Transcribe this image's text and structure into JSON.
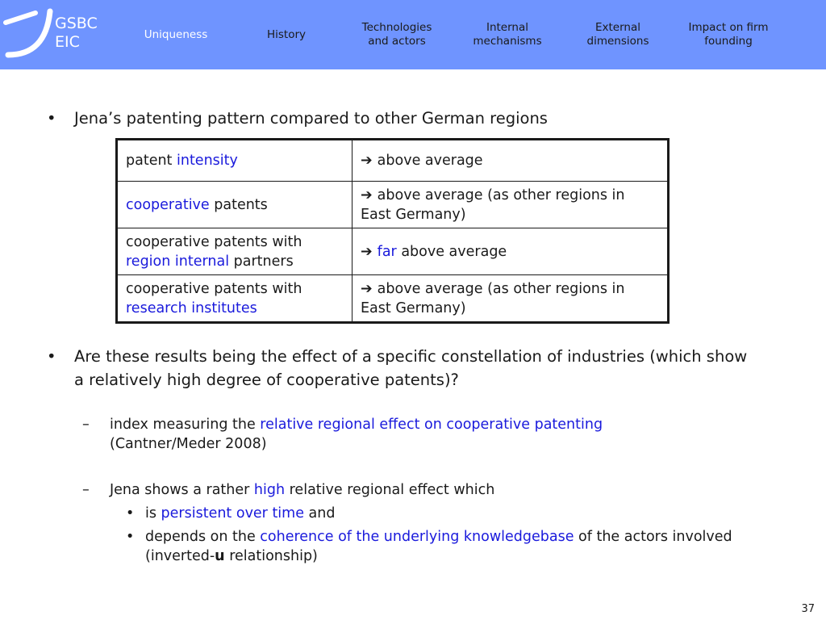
{
  "header": {
    "logo_line1": "GSBC",
    "logo_line2": "EIC",
    "nav": [
      {
        "label": "Uniqueness",
        "active": true
      },
      {
        "label": "History",
        "active": false
      },
      {
        "label": "Technologies\nand actors",
        "active": false
      },
      {
        "label": "Internal\nmechanisms",
        "active": false
      },
      {
        "label": "External\ndimensions",
        "active": false
      },
      {
        "label": "Impact on firm\nfounding",
        "active": false
      }
    ]
  },
  "bullet1": {
    "mark": "•",
    "text": "Jena’s patenting pattern compared to other German regions"
  },
  "table": {
    "arrow": "➔",
    "rows": [
      {
        "c1_pre": "patent ",
        "c1_hl": "intensity",
        "c1_post": "",
        "c1_line1": "",
        "c2_hl": "",
        "c2_text": "above average"
      },
      {
        "c1_pre": "",
        "c1_hl": "cooperative",
        "c1_post": " patents",
        "c1_line1": "",
        "c2_hl": "",
        "c2_text": "above average (as other regions in East Germany)"
      },
      {
        "c1_pre": "",
        "c1_hl": "region internal",
        "c1_post": " partners",
        "c1_line1": "cooperative patents with",
        "c2_hl": "far",
        "c2_text": " above average"
      },
      {
        "c1_pre": "",
        "c1_hl": "research institutes",
        "c1_post": "",
        "c1_line1": "cooperative patents with",
        "c2_hl": "",
        "c2_text": "above average (as other regions in East Germany)"
      }
    ]
  },
  "bullet2": {
    "mark": "•",
    "text": "Are these results being the effect of a specific constellation of industries (which show a relatively high degree of cooperative patents)?"
  },
  "dash1": {
    "mark": "–",
    "pre": "index measuring the ",
    "hl": "relative regional effect on cooperative patenting",
    "post": " (Cantner/Meder 2008)"
  },
  "dash2": {
    "mark": "–",
    "pre": "Jena shows a rather ",
    "hl": "high",
    "post": " relative regional effect which"
  },
  "sub1": {
    "mark": "•",
    "pre": "is ",
    "hl": "persistent over time",
    "post": " and"
  },
  "sub2": {
    "mark": "•",
    "pre": "depends on the ",
    "hl": "coherence of the underlying knowledgebase",
    "post": " of the actors involved (inverted-",
    "bold": "u",
    "post2": " relationship)"
  },
  "page_number": "37",
  "colors": {
    "header": "#6f94ff",
    "highlight": "#1a1adc"
  }
}
